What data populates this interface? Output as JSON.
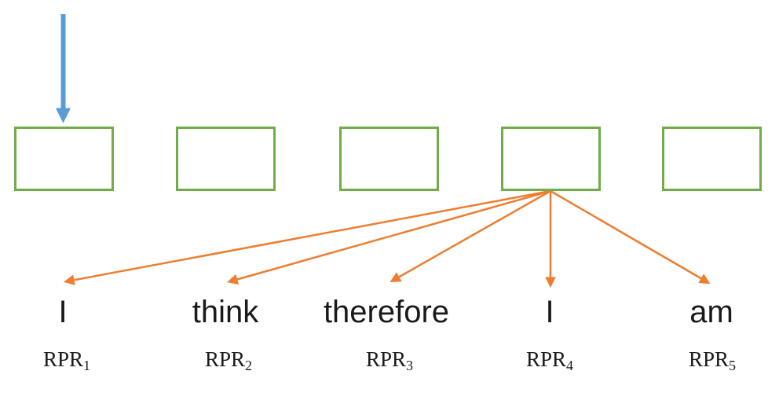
{
  "diagram": {
    "words": [
      {
        "text": "I",
        "rpr_base": "RPR",
        "rpr_sub": "1"
      },
      {
        "text": "think",
        "rpr_base": "RPR",
        "rpr_sub": "2"
      },
      {
        "text": "therefore",
        "rpr_base": "RPR",
        "rpr_sub": "3"
      },
      {
        "text": "I",
        "rpr_base": "RPR",
        "rpr_sub": "4"
      },
      {
        "text": "am",
        "rpr_base": "RPR",
        "rpr_sub": "5"
      }
    ],
    "icons": {
      "input_arrow": "arrow-down-icon",
      "fan_arrow": "arrow-fan-icon"
    },
    "colors": {
      "box_border": "#70AD47",
      "input_arrow": "#5B9BD5",
      "fan_arrow": "#ED7D31",
      "text": "#1A1A1A"
    }
  }
}
